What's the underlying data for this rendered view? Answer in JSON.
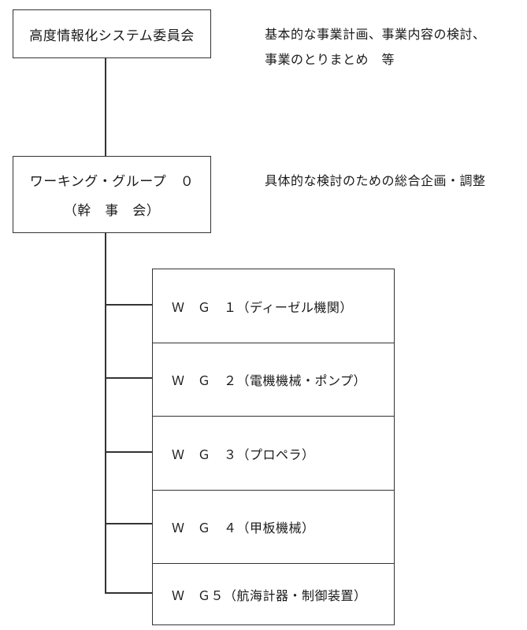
{
  "committee": {
    "label": "高度情報化システム委員会",
    "description_lines": [
      "基本的な事業計画、事業内容の検討、",
      "事業のとりまとめ　等"
    ]
  },
  "wg0": {
    "label": "ワーキング・グループ　０",
    "sub_label": "（幹　事　会）",
    "description": "具体的な検討のための総合企画・調整"
  },
  "working_groups": [
    {
      "label": "Ｗ　Ｇ　１（ディーゼル機関）"
    },
    {
      "label": "Ｗ　Ｇ　２（電機機械・ポンプ）"
    },
    {
      "label": "Ｗ　Ｇ　３（プロペラ）"
    },
    {
      "label": "Ｗ　Ｇ　４（甲板機械）"
    },
    {
      "label": "Ｗ　Ｇ５（航海計器・制御装置）"
    }
  ]
}
